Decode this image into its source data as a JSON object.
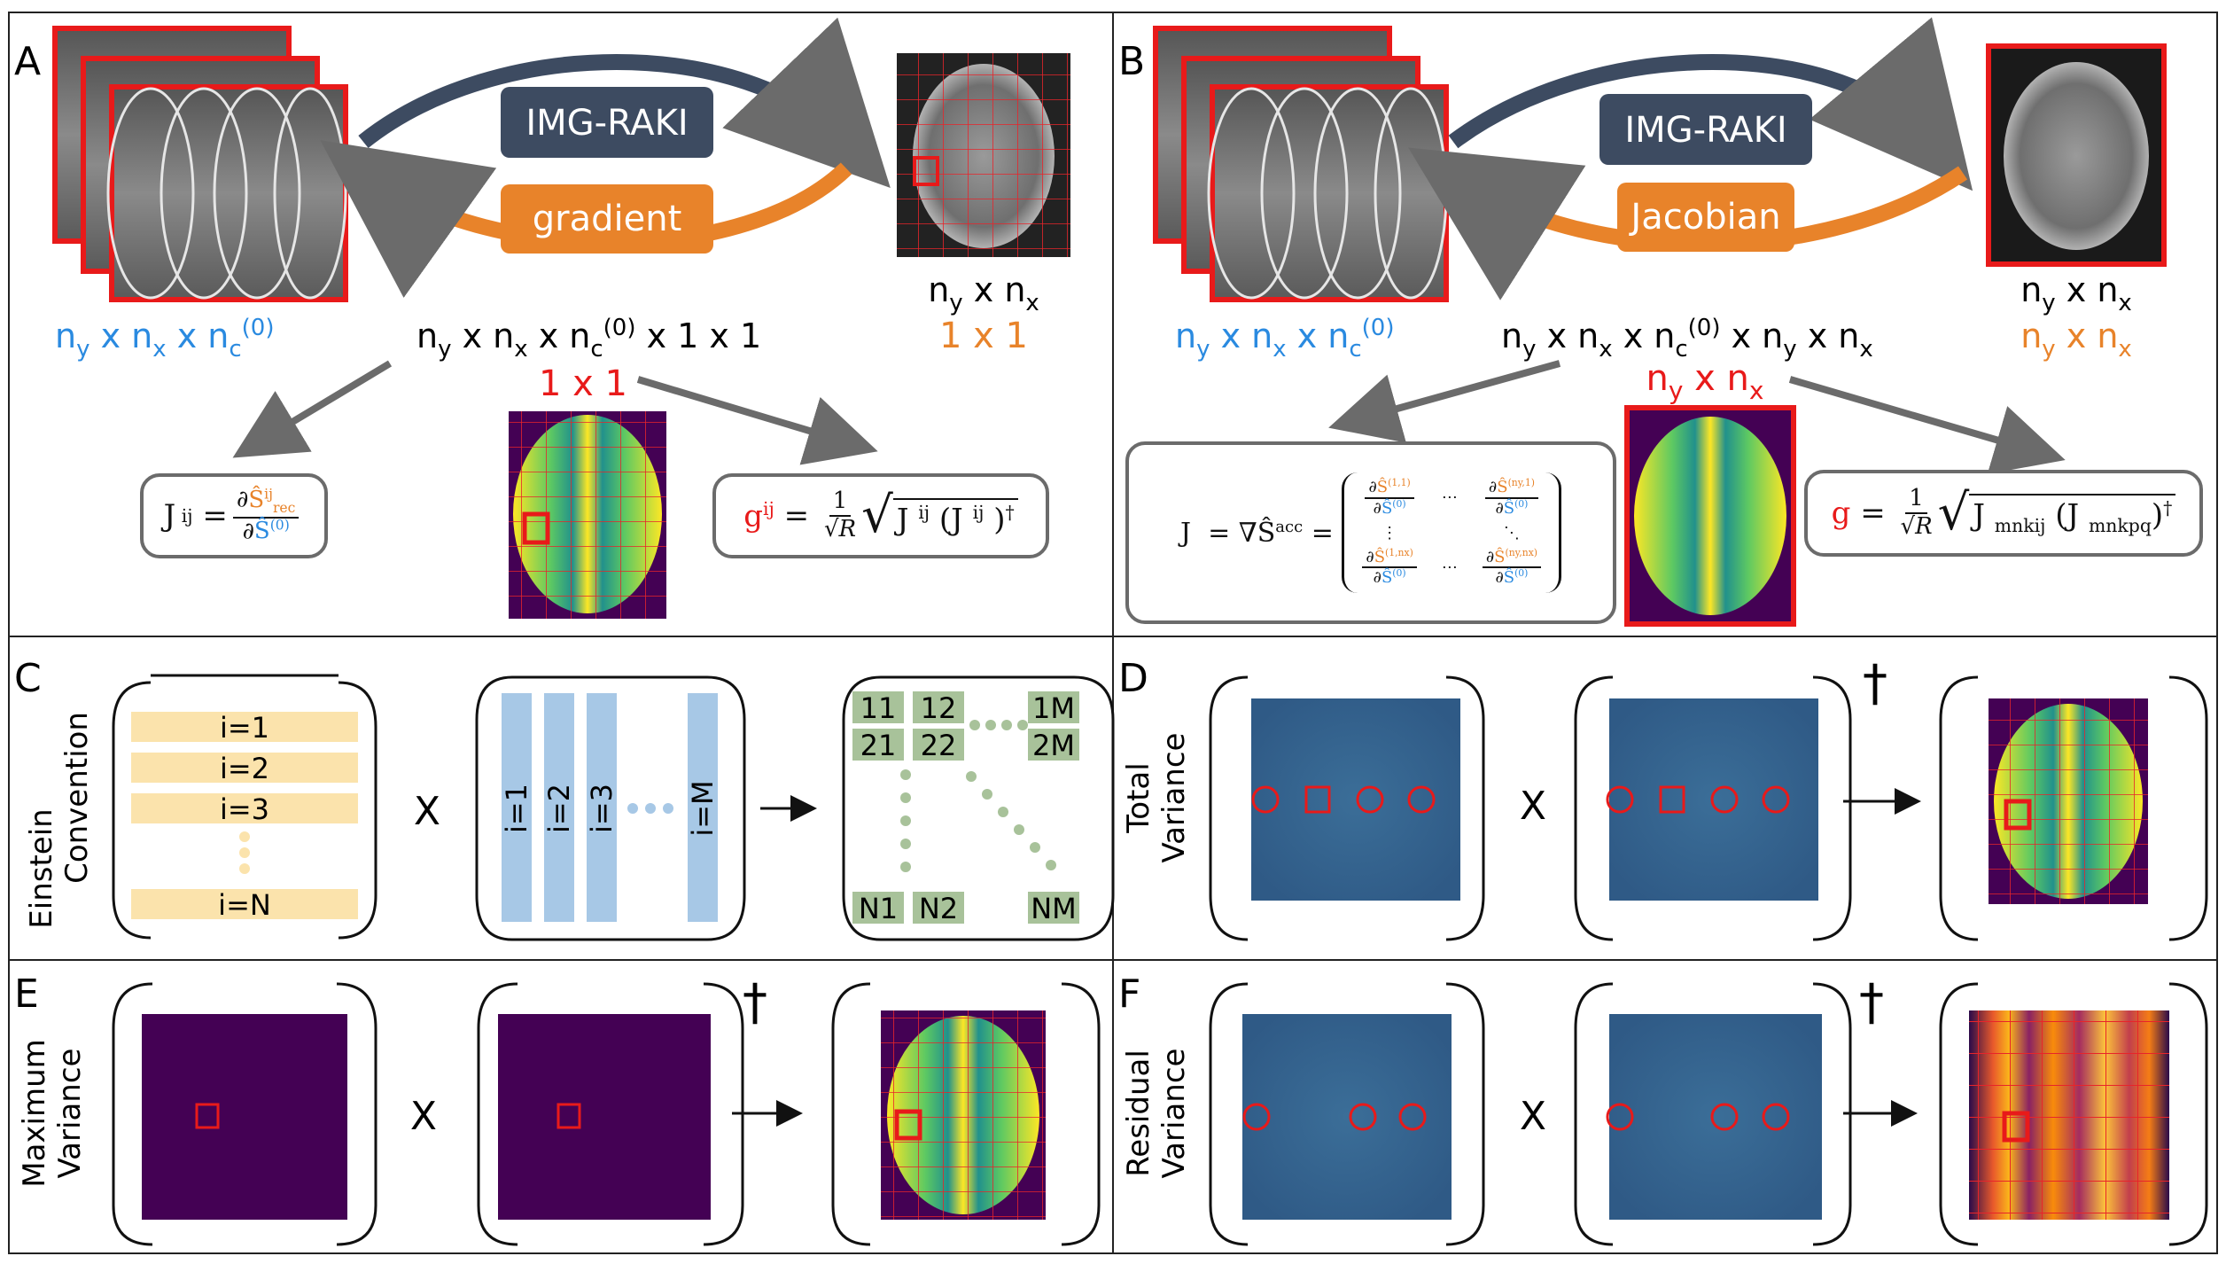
{
  "panels": {
    "A": {
      "letter": "A",
      "method": "IMG-RAKI",
      "back": "gradient",
      "input_dims_pre": "n",
      "input_dims": "ny x nx x nc(0)",
      "center_dims": "ny x nx x nc(0) x 1 x 1",
      "output_dims": "ny x nx",
      "output_sub": "1 x 1",
      "window": "1 x 1",
      "formula_left": "J ij = ∂Ŝrec ij / ∂Ŝ(0)",
      "formula_right": "g ij = 1/√R √(J ij (J ij)†)"
    },
    "B": {
      "letter": "B",
      "method": "IMG-RAKI",
      "back": "Jacobian",
      "center_dims": "ny x nx x nc(0) x ny x nx",
      "output_dims": "ny x nx",
      "output_sub": "ny x nx",
      "window": "ny x nx",
      "formula_left": "J = ∇Ŝacc",
      "formula_right": "g = 1/√R √(J mnkij (J mnkpq)†)"
    },
    "C": {
      "letter": "C",
      "label_line1": "Einstein",
      "label_line2": "Convention",
      "rows": [
        "i=1",
        "i=2",
        "i=3",
        "i=N"
      ],
      "cols": [
        "i=1",
        "i=2",
        "i=3",
        "i=M"
      ],
      "cells": [
        "11",
        "12",
        "1M",
        "21",
        "22",
        "2M",
        "N1",
        "N2",
        "NM"
      ]
    },
    "D": {
      "letter": "D",
      "label_line1": "Total",
      "label_line2": "Variance"
    },
    "E": {
      "letter": "E",
      "label_line1": "Maximum",
      "label_line2": "Variance"
    },
    "F": {
      "letter": "F",
      "label_line1": "Residual",
      "label_line2": "Variance"
    }
  },
  "symbols": {
    "times": "X",
    "dagger": "†"
  },
  "colors": {
    "method_box": "#3d4b61",
    "gradient_box": "#e8832a",
    "blue_text": "#2a8ae0",
    "orange_text": "#e8832a",
    "red_text": "#e81a1a",
    "green_cell": "#a8c29a",
    "yellow_bar": "#fbe3ac",
    "blue_bar": "#a7c8e6"
  }
}
